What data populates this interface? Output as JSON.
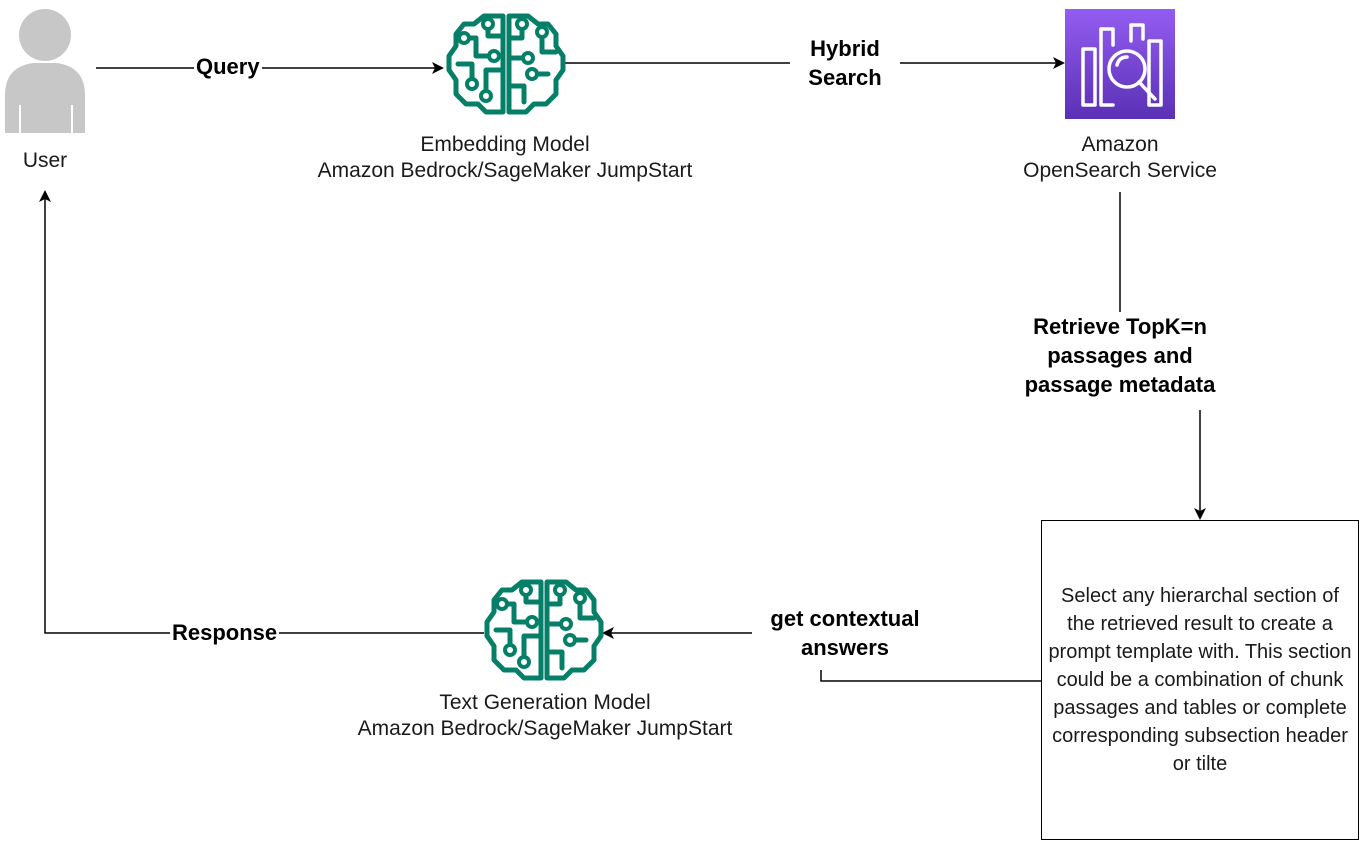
{
  "colors": {
    "ml_icon": "#067F68",
    "opensearch_gradient_top": "#945DF2",
    "opensearch_gradient_bottom": "#5A30B5",
    "user_icon": "#C7C7C7",
    "line": "#000000"
  },
  "nodes": {
    "user": {
      "label": "User",
      "icon": "user-icon"
    },
    "embedding": {
      "icon": "brain-circuit-icon",
      "line1": "Embedding Model",
      "line2": "Amazon Bedrock/SageMaker JumpStart"
    },
    "opensearch": {
      "icon": "opensearch-icon",
      "line1": "Amazon",
      "line2": "OpenSearch Service"
    },
    "textgen": {
      "icon": "brain-circuit-icon",
      "line1": "Text Generation Model",
      "line2": "Amazon Bedrock/SageMaker JumpStart"
    },
    "note": "Select any hierarchal section of the retrieved result to create a prompt template with. This section could be a combination of chunk passages and tables or complete corresponding subsection header or tilte"
  },
  "edges": {
    "query": "Query",
    "hybrid": [
      "Hybrid",
      "Search"
    ],
    "retrieve": [
      "Retrieve TopK=n",
      "passages and",
      "passage metadata"
    ],
    "contextual": [
      "get contextual",
      "answers"
    ],
    "response": "Response"
  }
}
